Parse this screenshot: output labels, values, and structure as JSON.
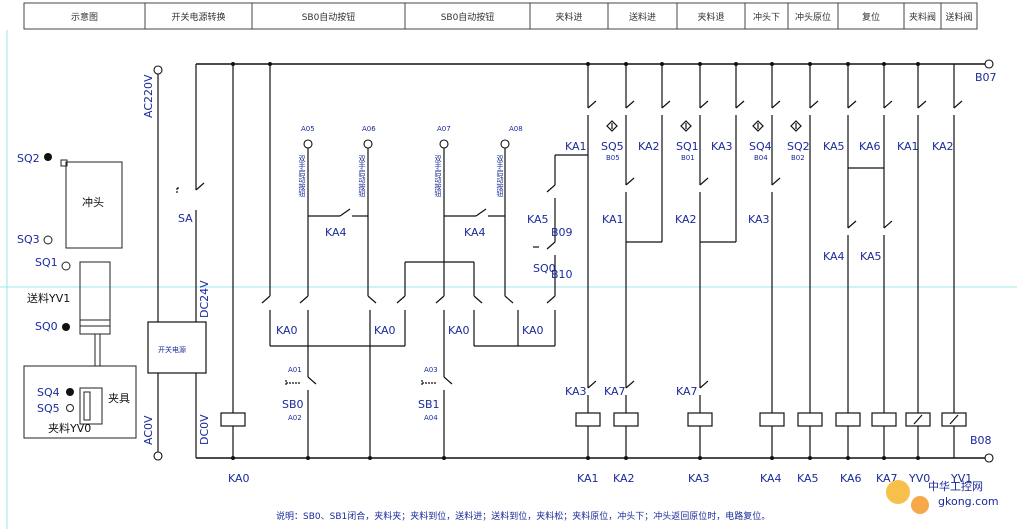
{
  "header_cells": [
    "示意图",
    "开关电源转换",
    "SB0自动按钮",
    "SB0自动按钮",
    "夹料进",
    "送料进",
    "夹料退",
    "冲头下",
    "冲头原位",
    "复位",
    "夹料阀",
    "送料阀"
  ],
  "rails": {
    "ac_top": "AC220V",
    "ac_bottom": "AC0V",
    "dc_top": "DC24V",
    "dc_bottom": "DC0V",
    "power_box": "开关电源",
    "sa": "SA"
  },
  "terminals": {
    "b07": "B07",
    "b08": "B08",
    "a05": "A05",
    "a06": "A06",
    "a07": "A07",
    "a08": "A08",
    "a01": "A01",
    "a02": "A02",
    "a03": "A03",
    "a04": "A04",
    "b09": "B09",
    "b10": "B10",
    "b05": "B05",
    "b01": "B01",
    "b04": "B04",
    "b02": "B02"
  },
  "vertical_tag": "双手启动按钮",
  "contacts": {
    "ka4_left": "KA4",
    "ka4_right": "KA4",
    "ka0_1": "KA0",
    "ka0_2": "KA0",
    "ka0_3": "KA0",
    "ka0_4": "KA0",
    "sb0": "SB0",
    "sb1": "SB1",
    "ka5_c": "KA5",
    "sq0": "SQ0",
    "top_row": [
      "KA1",
      "SQ5",
      "KA2",
      "SQ1",
      "KA3",
      "SQ4",
      "SQ2",
      "KA5",
      "KA6",
      "KA1",
      "KA2"
    ],
    "mid_row": [
      "KA1",
      "KA2",
      "KA3"
    ],
    "ka4_low": "KA4",
    "ka5_low": "KA5",
    "bot_row": [
      "KA3",
      "KA7",
      "KA7"
    ]
  },
  "coils": [
    "KA0",
    "KA1",
    "KA2",
    "KA3",
    "KA4",
    "KA5",
    "KA6",
    "KA7",
    "YV0",
    "YV1"
  ],
  "schematic": {
    "sq2": "SQ2",
    "sq3": "SQ3",
    "sq1": "SQ1",
    "sq0": "SQ0",
    "sq4": "SQ4",
    "sq5": "SQ5",
    "punch": "冲头",
    "feed": "送料YV1",
    "fixture": "夹具",
    "clamp": "夹料YV0"
  },
  "note": "说明：SB0、SB1闭合，夹料夹；夹料到位，送料进；送料到位，夹料松；夹料原位，冲头下；冲头返回原位时，电路复位。",
  "watermark": {
    "brand": "中华工控网",
    "url": "gkong.com"
  },
  "colors": {
    "wire": "#111111",
    "label": "#1a2a9a",
    "guide": "#7fe0e0"
  }
}
